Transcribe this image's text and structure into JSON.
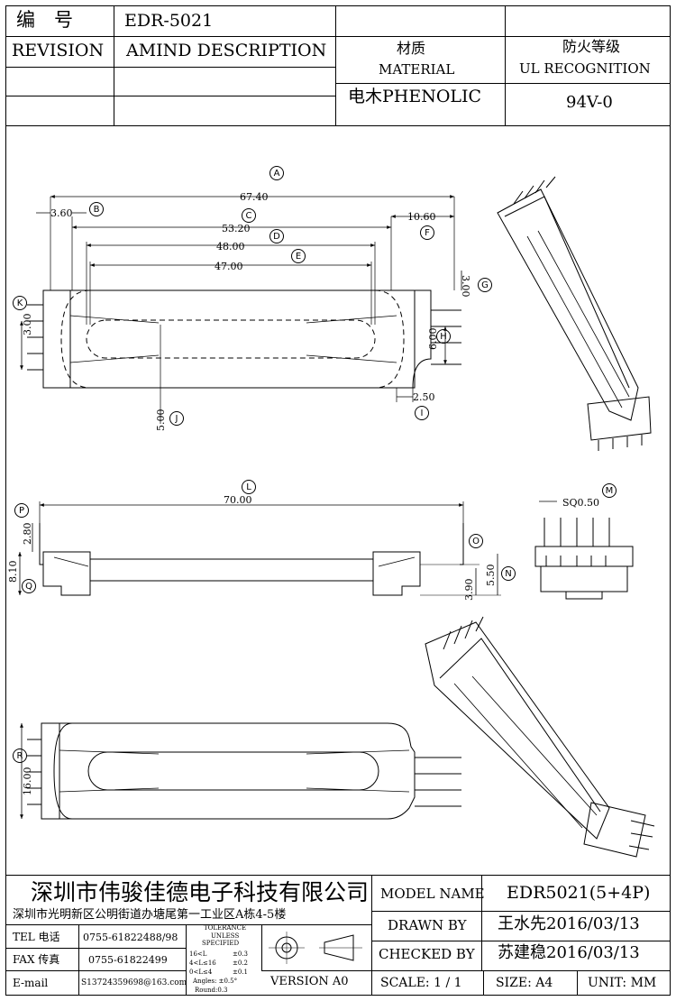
{
  "header": {
    "code_label": "编　号",
    "code_value": "EDR-5021",
    "revision_label": "REVISION",
    "amend_label": "AMIND DESCRIPTION",
    "material_cn": "材质",
    "material_en": "MATERIAL",
    "material_value": "电木PHENOLIC",
    "ul_cn": "防火等级",
    "ul_en": "UL RECOGNITION",
    "ul_value": "94V-0"
  },
  "dims": {
    "top": {
      "A": "A",
      "A_val": "67.40",
      "B": "B",
      "B_val": "3.60",
      "C": "C",
      "C_val": "53.20",
      "D": "D",
      "D_val": "48.00",
      "E": "E",
      "E_val": "47.00",
      "F": "F",
      "F_val": "10.60",
      "G": "G",
      "G_val": "3.00",
      "H": "H",
      "H_val": "6.00",
      "I": "I",
      "I_val": "2.50",
      "J": "J",
      "J_val": "5.00",
      "K": "K",
      "K_val": "3.00"
    },
    "side": {
      "L": "L",
      "L_val": "70.00",
      "M": "M",
      "M_val": "SQ0.50",
      "N": "N",
      "N_val": "5.50",
      "O": "O",
      "O_val": "3.90",
      "P": "P",
      "P_val": "2.80",
      "Q": "Q",
      "Q_val": "8.10"
    },
    "bottom": {
      "R": "R",
      "R_val": "16.00"
    }
  },
  "titleblock": {
    "company": "深圳市伟骏佳德电子科技有限公司",
    "address": "深圳市光明新区公明街道办塘尾第一工业区A栋4-5楼",
    "tel_label": "TEL 电话",
    "tel_value": "0755-61822488/98",
    "fax_label": "FAX 传真",
    "fax_value": "0755-61822499",
    "email_label": "E-mail",
    "email_value": "S13724359698@163.com",
    "tolerance_title": "TOLERANCE",
    "tolerance_sub1": "UNLESS",
    "tolerance_sub2": "SPECIFIED",
    "tol_rows": [
      {
        "range": "16<L",
        "val": "±0.3"
      },
      {
        "range": "4<L≤16",
        "val": "±0.2"
      },
      {
        "range": "0<L≤4",
        "val": "±0.1"
      }
    ],
    "angles": "Angles: ±0.5°",
    "round": "Round:0.3",
    "version": "VERSION A0",
    "model_label": "MODEL NAME",
    "model_value": "EDR5021(5+4P)",
    "drawn_label": "DRAWN BY",
    "drawn_value": "王水先2016/03/13",
    "checked_label": "CHECKED BY",
    "checked_value": "苏建稳2016/03/13",
    "scale": "SCALE: 1 / 1",
    "size": "SIZE: A4",
    "unit": "UNIT: MM"
  }
}
